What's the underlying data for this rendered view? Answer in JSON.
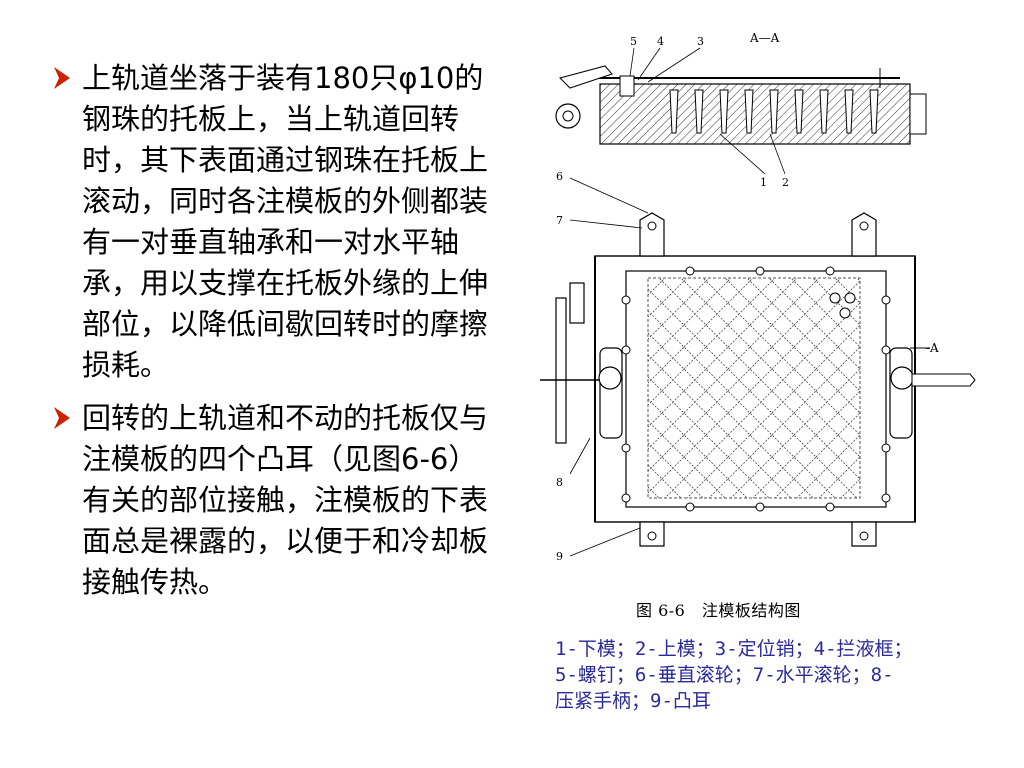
{
  "bullets": [
    {
      "text": "上轨道坐落于装有180只φ10的钢珠的托板上，当上轨道回转时，其下表面通过钢珠在托板上滚动，同时各注模板的外侧都装有一对垂直轴承和一对水平轴承，用以支撑在托板外缘的上伸部位，以降低间歇回转时的摩擦损耗。"
    },
    {
      "text": "回转的上轨道和不动的托板仅与注模板的四个凸耳（见图6-6）有关的部位接触，注模板的下表面总是裸露的，以便于和冷却板接触传热。"
    }
  ],
  "figure": {
    "section_label": "A—A",
    "marker": "-A",
    "callouts": [
      "5",
      "4",
      "3",
      "1",
      "2",
      "6",
      "7",
      "8",
      "9"
    ],
    "caption": "图 6-6　注模板结构图"
  },
  "legend": [
    "1-下模；2-上模；3-定位销；4-拦液框；",
    "5-螺钉；6-垂直滚轮；7-水平滚轮；8-",
    "压紧手柄；9-凸耳"
  ],
  "colors": {
    "bullet_arrow": "#cc2200",
    "legend_text": "#2a2a9a"
  }
}
